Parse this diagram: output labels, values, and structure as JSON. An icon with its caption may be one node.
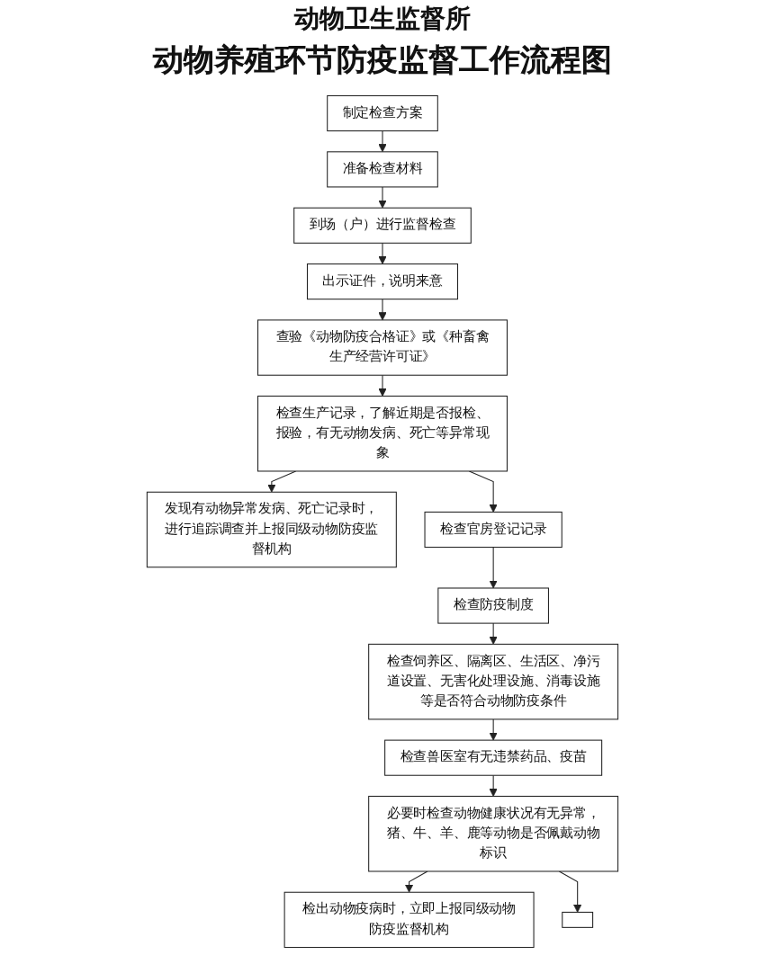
{
  "diagram": {
    "title": "动物养殖环节防疫监督工作流程图",
    "nodes": [
      {
        "text": [
          "制定检查方案"
        ]
      },
      {
        "text": [
          "准备检查材料"
        ]
      },
      {
        "text": [
          "到场（户）进行监督检查"
        ]
      },
      {
        "text": [
          "出示证件，说明来意"
        ]
      },
      {
        "text": [
          "查验《动物防疫合格证》或《种畜禽生产经营许可证》"
        ]
      },
      {
        "text": [
          "检查生产记录，了解近期是否报检、报验，有无动物发病、死亡等异常现象"
        ]
      },
      {
        "text": [
          "发现有动物异常发病、死亡记录时，进行追踪调查并上报同级动物防疫监督机构"
        ]
      },
      {
        "text": [
          "检查官房登记记录"
        ]
      },
      {
        "text": [
          "检查防疫制度"
        ]
      },
      {
        "text": [
          "检查饲养区、隔离区、生活区、净污道设置、无害化处理设施、消毒设施等是否符合动物防疫条件"
        ]
      },
      {
        "text": [
          "检查兽医室有无违禁药品、疫苗"
        ]
      },
      {
        "text": [
          "必要时检查动物健康状况有无异常，猪、牛、羊、鹿等动物是否佩戴动物标识"
        ]
      },
      {
        "text": [
          "检出动物疫病时，立即上报同级动物防疫监督机构"
        ]
      },
      {
        "text": [],
        "shape": "box"
      }
    ],
    "edges": [
      {
        "from": 0,
        "to": 1,
        "arrow": "to"
      },
      {
        "from": 1,
        "to": 2,
        "arrow": "to"
      },
      {
        "from": 2,
        "to": 3,
        "arrow": "to"
      },
      {
        "from": 3,
        "to": 4,
        "arrow": "to"
      },
      {
        "from": 4,
        "to": 5,
        "arrow": "to"
      },
      {
        "from": 5,
        "to": 6,
        "arrow": "to"
      },
      {
        "from": 5,
        "to": 7,
        "arrow": "to"
      },
      {
        "from": 7,
        "to": 8,
        "arrow": "to"
      },
      {
        "from": 8,
        "to": 9,
        "arrow": "to"
      },
      {
        "from": 9,
        "to": 10,
        "arrow": "to"
      },
      {
        "from": 10,
        "to": 11,
        "arrow": "to"
      },
      {
        "from": 11,
        "to": 12,
        "arrow": "to"
      },
      {
        "from": 11,
        "to": 13,
        "arrow": "to"
      }
    ],
    "labels": [
      "动物卫生监督所"
    ]
  }
}
